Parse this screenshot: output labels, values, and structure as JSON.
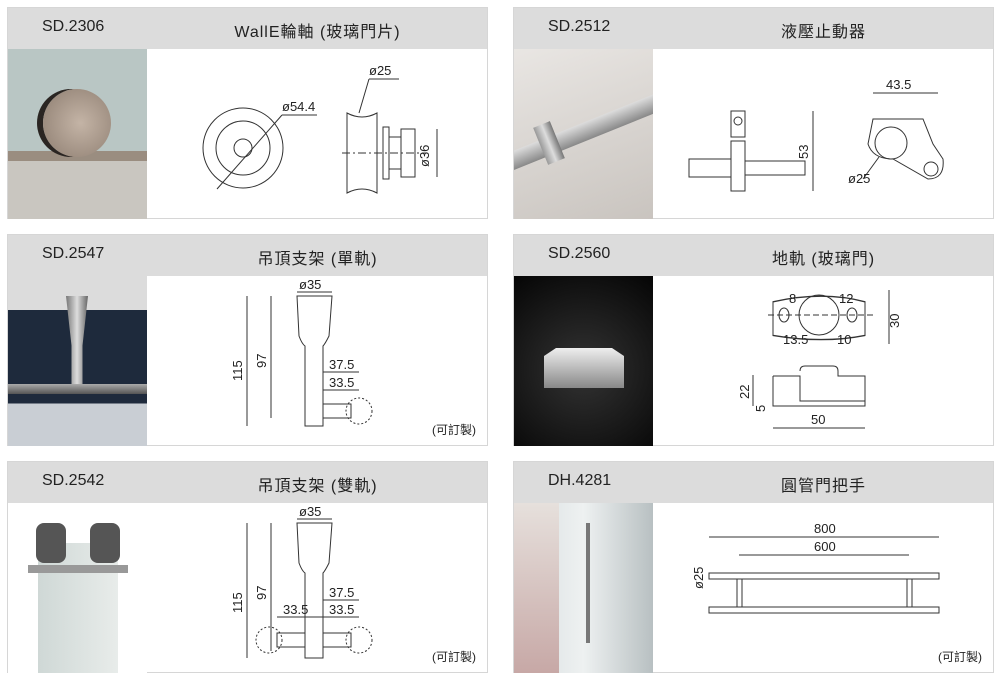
{
  "products": [
    {
      "code": "SD.2306",
      "title": "WallE輪軸 (玻璃門片)",
      "dims": [
        "ø54.4",
        "ø25",
        "ø36"
      ]
    },
    {
      "code": "SD.2512",
      "title": "液壓止動器",
      "dims": [
        "43.5",
        "53",
        "ø25"
      ]
    },
    {
      "code": "SD.2547",
      "title": "吊頂支架 (單軌)",
      "dims": [
        "ø35",
        "115",
        "97",
        "37.5",
        "33.5"
      ],
      "note": "(可訂製)"
    },
    {
      "code": "SD.2560",
      "title": "地軌 (玻璃門)",
      "dims": [
        "8",
        "12",
        "13.5",
        "10",
        "30",
        "22",
        "5",
        "50"
      ]
    },
    {
      "code": "SD.2542",
      "title": "吊頂支架 (雙軌)",
      "dims": [
        "ø35",
        "115",
        "97",
        "37.5",
        "33.5",
        "33.5"
      ],
      "note": "(可訂製)"
    },
    {
      "code": "DH.4281",
      "title": "圓管門把手",
      "dims": [
        "800",
        "600",
        "ø25"
      ],
      "note": "(可訂製)"
    }
  ]
}
